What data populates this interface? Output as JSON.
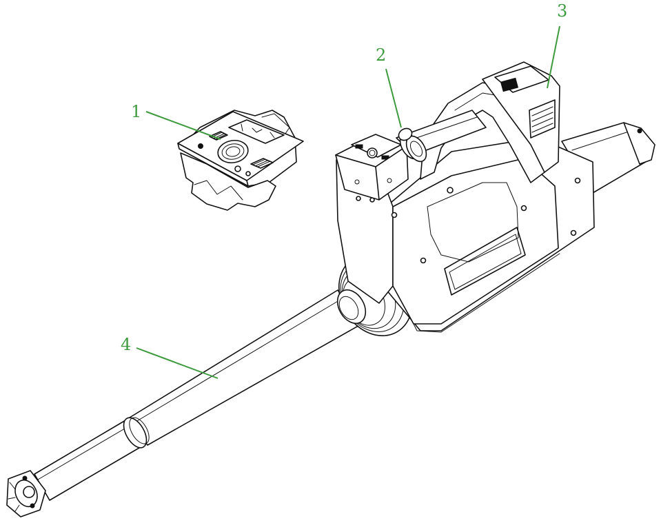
{
  "callouts": [
    {
      "id": "1",
      "label": "1"
    },
    {
      "id": "2",
      "label": "2"
    },
    {
      "id": "3",
      "label": "3"
    },
    {
      "id": "4",
      "label": "4"
    }
  ],
  "colors": {
    "callout": "#3d9a3d",
    "line": "#111111",
    "background": "#ffffff"
  }
}
